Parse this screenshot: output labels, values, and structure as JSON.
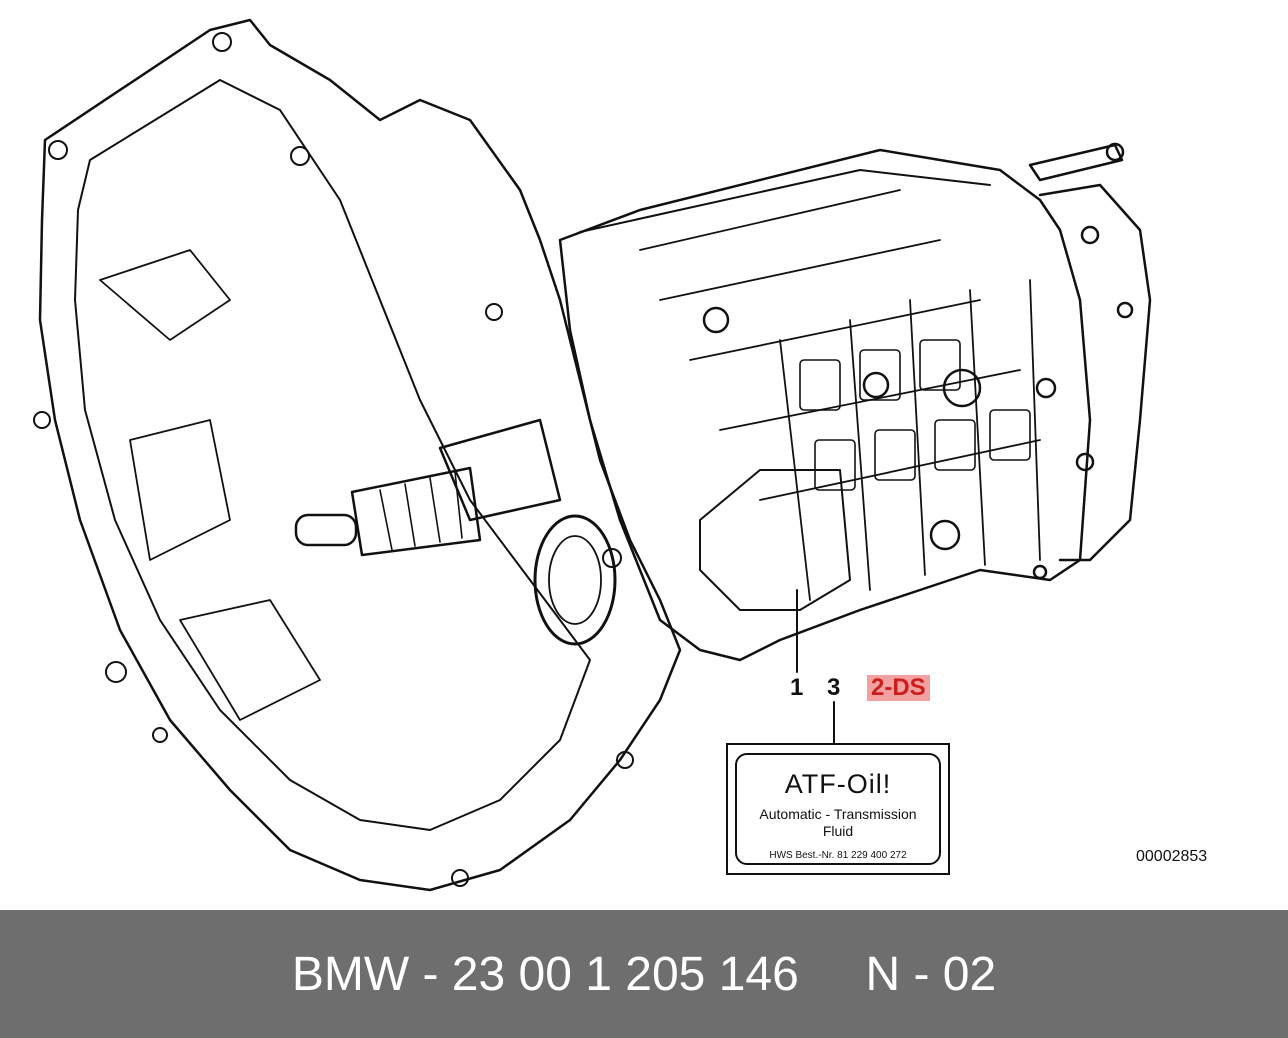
{
  "diagram": {
    "subject": "manual transmission exploded view",
    "callouts": [
      "1",
      "3",
      "2-DS"
    ],
    "highlight_color": "#f2a0a0",
    "highlight_text_color": "#cc1d1d",
    "reference_number": "00002853"
  },
  "label": {
    "title": "ATF-Oil!",
    "description_line1": "Automatic - Transmission",
    "description_line2": "Fluid",
    "part_number": "HWS Best.-Nr. 81 229 400 272"
  },
  "footer": {
    "text": "BMW - 23 00 1 205 146     N - 02",
    "background_color": "#6e6e6e"
  }
}
